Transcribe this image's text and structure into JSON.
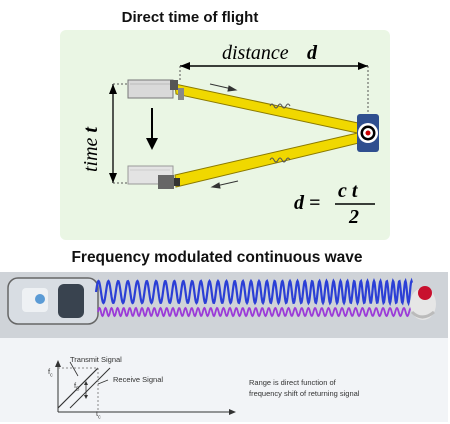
{
  "titles": {
    "top": "Direct time of flight",
    "bottom": "Frequency modulated continuous wave"
  },
  "tof": {
    "distance_word": "distance",
    "distance_symbol": "d",
    "time_word": "time",
    "time_symbol": "t",
    "formula_lhs": "d =",
    "formula_num": "c t",
    "formula_den": "2",
    "beam_color": "#f0d800",
    "panel_color": "#eaf6e4"
  },
  "fmcw": {
    "transmit_label": "Transmit Signal",
    "receive_label": "Receive Signal",
    "f_label": "f",
    "f_sub": "c",
    "fb_label": "f",
    "fb_sub": "B",
    "t_label": "t",
    "t_sub": "c",
    "range_line1": "Range is direct function of",
    "range_line2": "frequency shift of returning signal",
    "transmit_wave_color": "#2b3fd6",
    "receive_wave_color": "#9b3bd8"
  }
}
